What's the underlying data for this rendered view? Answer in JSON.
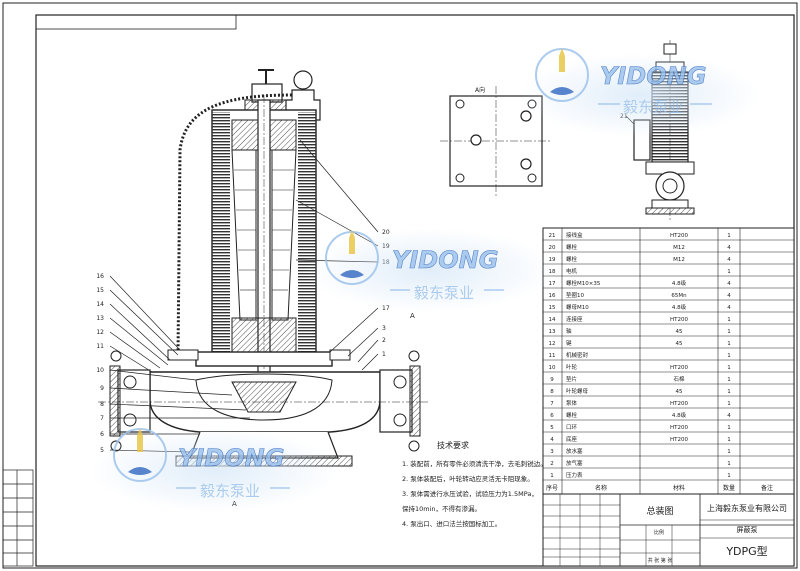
{
  "brand": {
    "logo_text": "YIDONG",
    "logo_cn": "毅东泵业",
    "colors": {
      "primary": "#3a6fc4",
      "light": "#9dc3ec",
      "accent": "#e8c64a"
    }
  },
  "drawing": {
    "view_label": "A向",
    "section_marker": "A",
    "motor_label": "21",
    "part_callouts_left": [
      "16",
      "15",
      "14",
      "13",
      "12",
      "11",
      "10",
      "9",
      "8",
      "7",
      "6",
      "5"
    ],
    "part_callouts_right": [
      "20",
      "19",
      "18",
      "17",
      "3",
      "2",
      "1"
    ],
    "notes_title": "技术要求",
    "notes": [
      "1. 装配前，所有零件必须清洗干净，去毛刺锐边。",
      "2. 泵体装配后，叶轮转动应灵活无卡阻现象。",
      "3. 泵体需进行水压试验，试验压力为1.5MPa，",
      "   保持10min，不得有渗漏。",
      "4. 泵出口、进口法兰按国标加工。"
    ]
  },
  "bom": {
    "rows": [
      {
        "no": "21",
        "name": "接线盒",
        "material": "HT200",
        "qty": "1"
      },
      {
        "no": "20",
        "name": "螺栓",
        "material": "M12",
        "qty": "4"
      },
      {
        "no": "19",
        "name": "螺栓",
        "material": "M12",
        "qty": "4"
      },
      {
        "no": "18",
        "name": "电机",
        "material": "",
        "qty": "1"
      },
      {
        "no": "17",
        "name": "螺栓M10×35",
        "material": "4.8级",
        "qty": "4"
      },
      {
        "no": "16",
        "name": "垫圈10",
        "material": "65Mn",
        "qty": "4"
      },
      {
        "no": "15",
        "name": "螺母M10",
        "material": "4.8级",
        "qty": "4"
      },
      {
        "no": "14",
        "name": "连接座",
        "material": "HT200",
        "qty": "1"
      },
      {
        "no": "13",
        "name": "轴",
        "material": "45",
        "qty": "1"
      },
      {
        "no": "12",
        "name": "键",
        "material": "45",
        "qty": "1"
      },
      {
        "no": "11",
        "name": "机械密封",
        "material": "",
        "qty": "1"
      },
      {
        "no": "10",
        "name": "叶轮",
        "material": "HT200",
        "qty": "1"
      },
      {
        "no": "9",
        "name": "垫片",
        "material": "石棉",
        "qty": "1"
      },
      {
        "no": "8",
        "name": "叶轮螺母",
        "material": "45",
        "qty": "1"
      },
      {
        "no": "7",
        "name": "泵体",
        "material": "HT200",
        "qty": "1"
      },
      {
        "no": "6",
        "name": "螺栓",
        "material": "4.8级",
        "qty": "4"
      },
      {
        "no": "5",
        "name": "口环",
        "material": "HT200",
        "qty": "1"
      },
      {
        "no": "4",
        "name": "底座",
        "material": "HT200",
        "qty": "1"
      },
      {
        "no": "3",
        "name": "放水塞",
        "material": "",
        "qty": "1"
      },
      {
        "no": "2",
        "name": "放气塞",
        "material": "",
        "qty": "1"
      },
      {
        "no": "1",
        "name": "压力表",
        "material": "",
        "qty": "1"
      }
    ],
    "header": {
      "no": "序号",
      "name": "名称",
      "material": "材料",
      "qty": "数量",
      "note": "备注"
    }
  },
  "title_block": {
    "drawing_name": "总装图",
    "company": "上海毅东泵业有限公司",
    "product_type": "屏蔽泵",
    "model": "YDPG型",
    "scale_label": "比例",
    "sheet_label": "共 张 第 张"
  }
}
